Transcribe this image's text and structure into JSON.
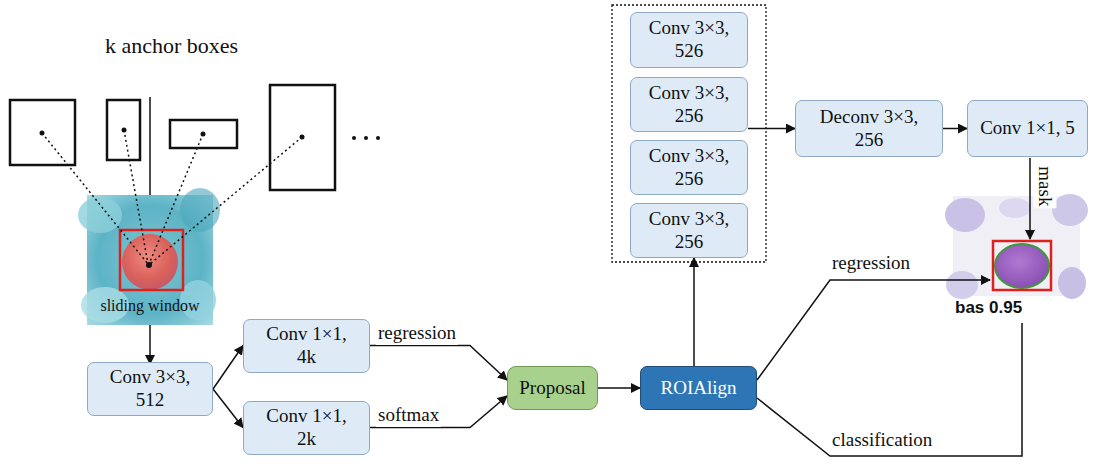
{
  "diagram": {
    "nodes": [
      {
        "text": [
          "Conv 3×3, 512"
        ]
      },
      {
        "text": [
          "Conv 1×1, 4k"
        ]
      },
      {
        "text": [
          "Conv 1×1, 2k"
        ]
      },
      {
        "text": [
          "Proposal"
        ]
      },
      {
        "text": [
          "ROIAlign"
        ]
      },
      {
        "text": [
          "Conv 3×3, 526"
        ]
      },
      {
        "text": [
          "Conv 3×3, 256"
        ]
      },
      {
        "text": [
          "Conv 3×3, 256"
        ]
      },
      {
        "text": [
          "Conv 3×3, 256"
        ]
      },
      {
        "text": [
          "Deconv 3×3, 256"
        ]
      },
      {
        "text": [
          "Conv 1×1, 5"
        ]
      }
    ],
    "edges": [
      {
        "from": 0,
        "to": 1,
        "arrow": "to"
      },
      {
        "from": 0,
        "to": 2,
        "arrow": "to"
      },
      {
        "from": 1,
        "to": 3,
        "label": "regression",
        "arrow": "to"
      },
      {
        "from": 2,
        "to": 3,
        "label": "softmax",
        "arrow": "to"
      },
      {
        "from": 3,
        "to": 4,
        "arrow": "to"
      },
      {
        "from": 4,
        "to": 8,
        "arrow": "to"
      },
      {
        "from": 6,
        "to": 9,
        "arrow": "to"
      },
      {
        "from": 9,
        "to": 10,
        "arrow": "to"
      }
    ],
    "labels": [
      "k anchor boxes",
      "sliding window",
      "regression",
      "mask",
      "classification",
      "bas 0.95"
    ]
  }
}
